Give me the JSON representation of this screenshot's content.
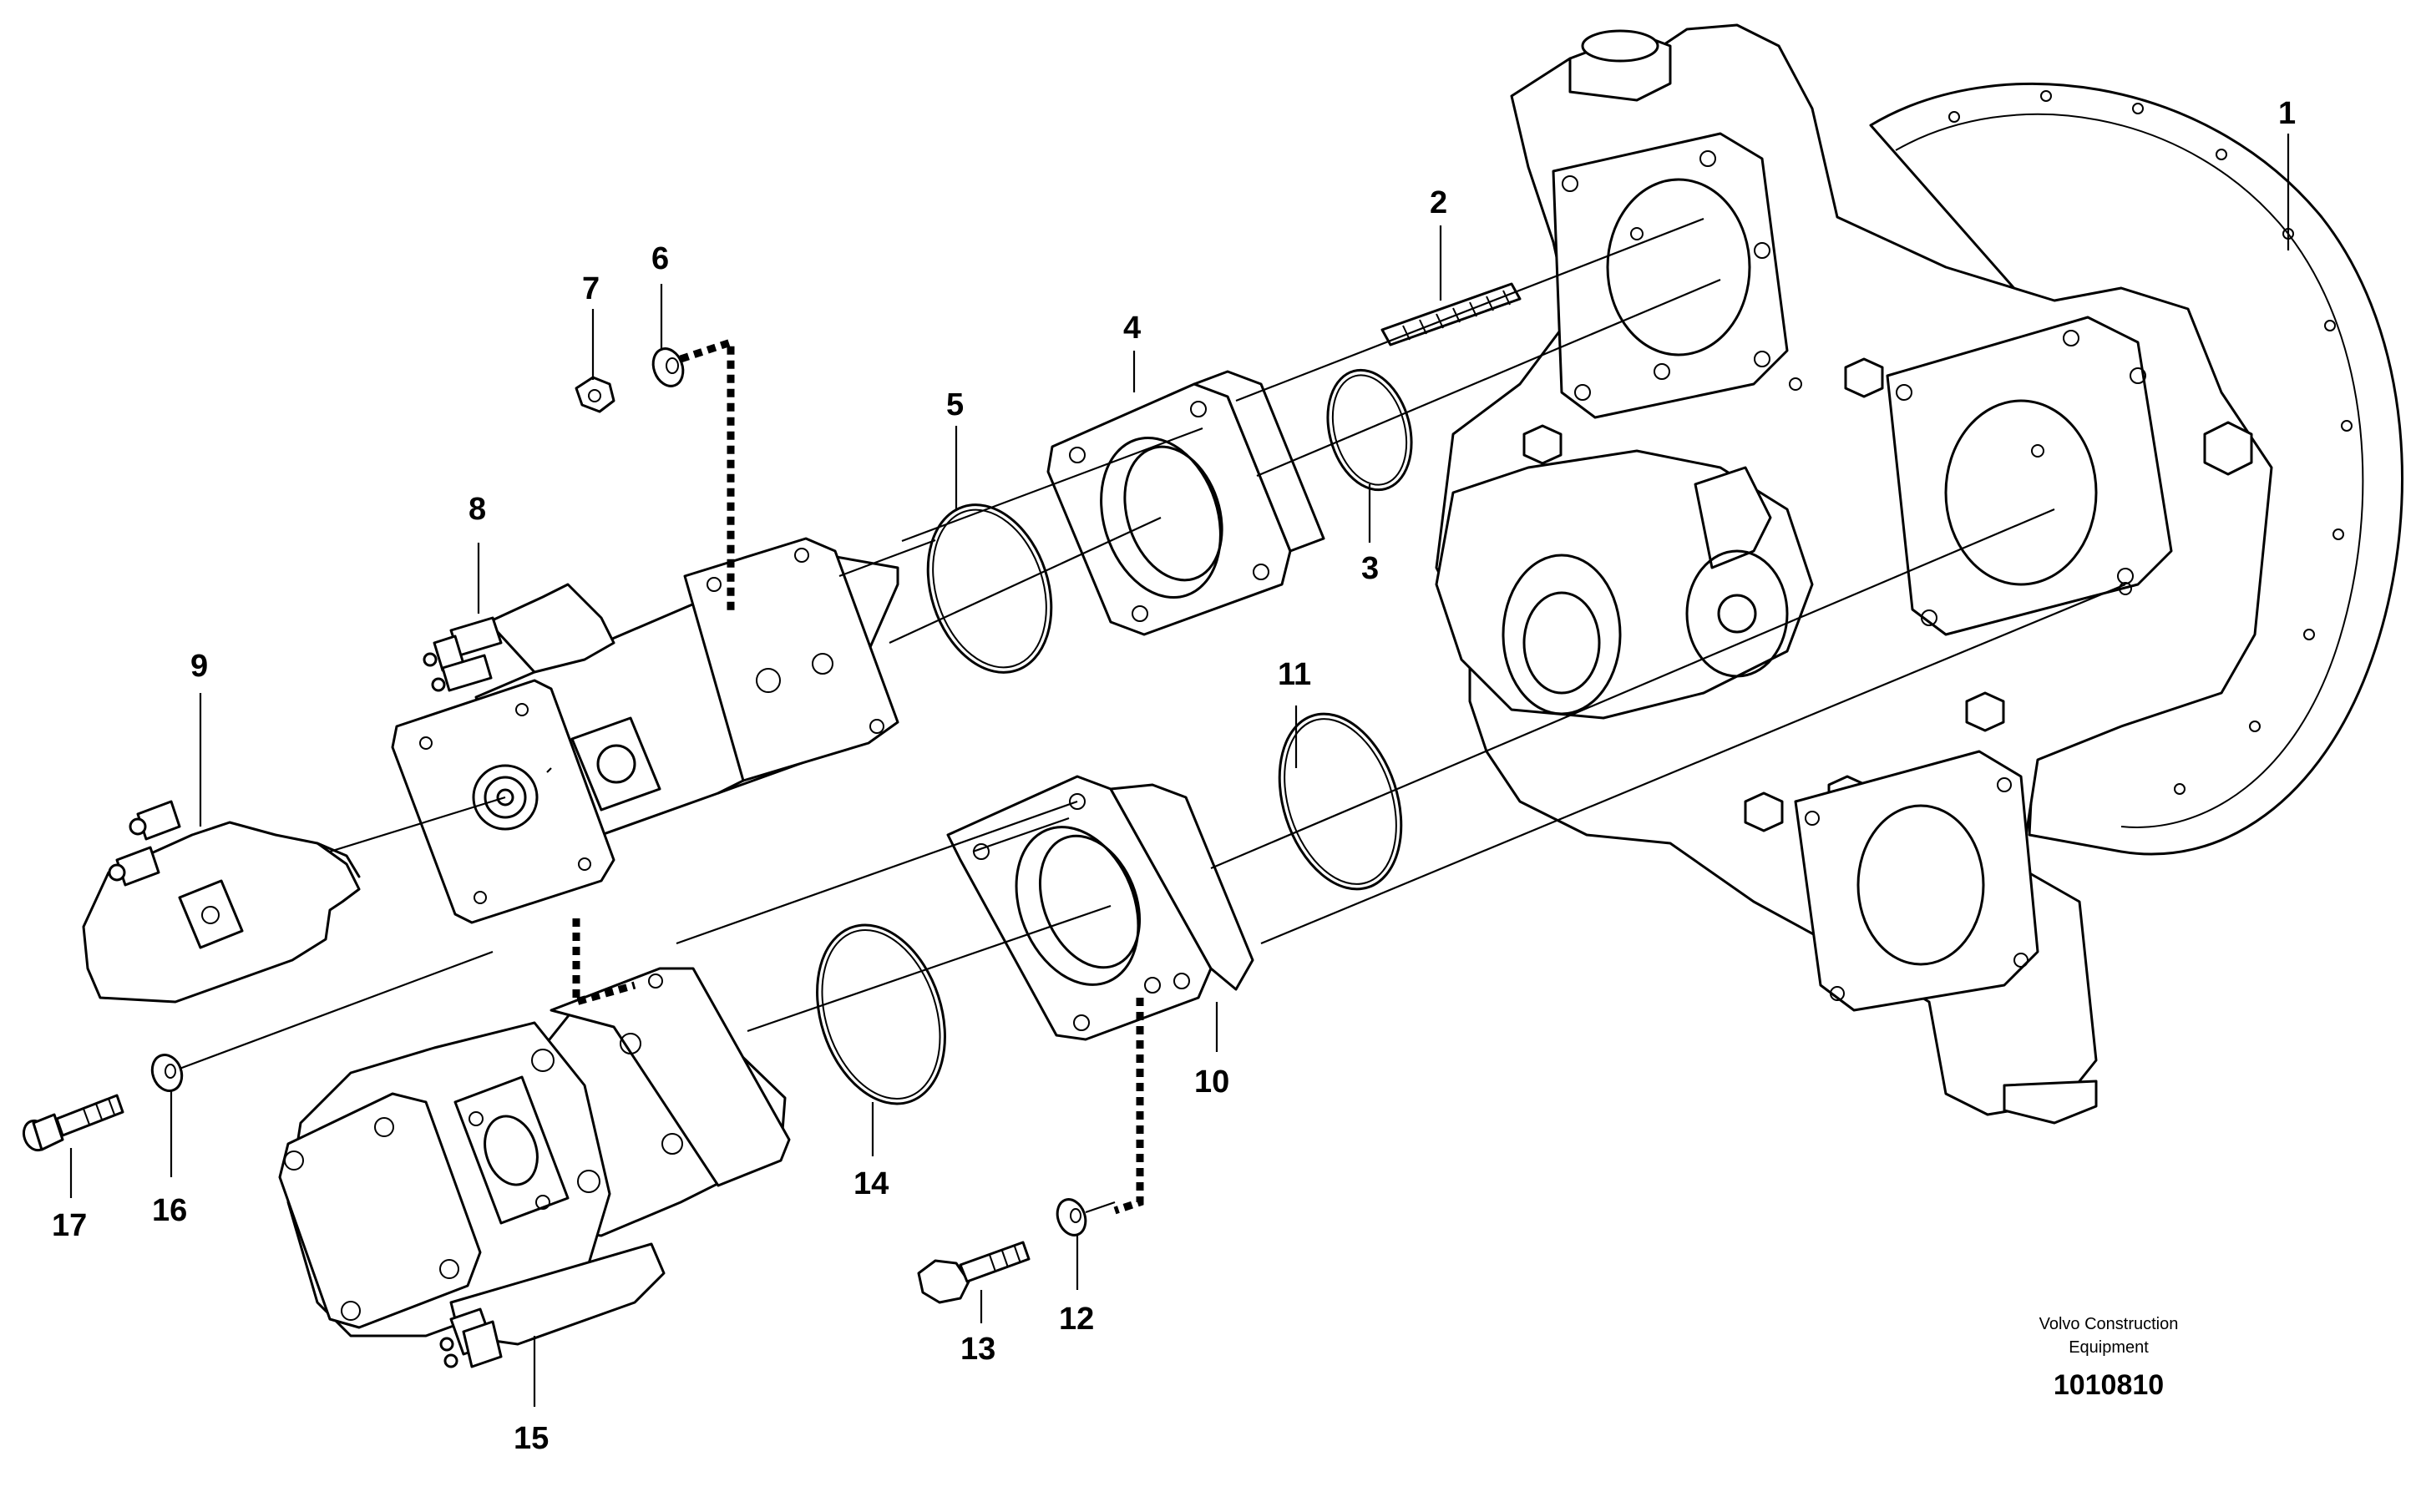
{
  "diagram": {
    "callouts": [
      {
        "id": "1",
        "text": "1"
      },
      {
        "id": "2",
        "text": "2"
      },
      {
        "id": "3",
        "text": "3"
      },
      {
        "id": "4",
        "text": "4"
      },
      {
        "id": "5",
        "text": "5"
      },
      {
        "id": "6",
        "text": "6"
      },
      {
        "id": "7",
        "text": "7"
      },
      {
        "id": "8",
        "text": "8"
      },
      {
        "id": "9",
        "text": "9"
      },
      {
        "id": "10",
        "text": "10"
      },
      {
        "id": "11",
        "text": "11"
      },
      {
        "id": "12",
        "text": "12"
      },
      {
        "id": "13",
        "text": "13"
      },
      {
        "id": "14",
        "text": "14"
      },
      {
        "id": "15",
        "text": "15"
      },
      {
        "id": "16",
        "text": "16"
      },
      {
        "id": "17",
        "text": "17"
      }
    ]
  },
  "footer": {
    "credit_line1": "Volvo Construction",
    "credit_line2": "Equipment",
    "doc_number": "1010810"
  }
}
